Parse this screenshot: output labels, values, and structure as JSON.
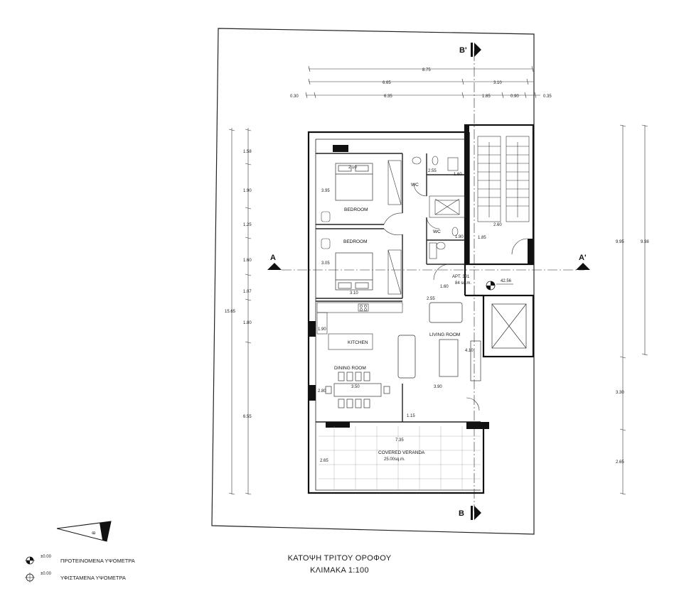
{
  "section_markers": {
    "top": "B'",
    "bottom": "B",
    "left": "A",
    "right": "A'"
  },
  "top_dims": {
    "row1": "8.75",
    "row2a": "6.65",
    "row2b": "3.10",
    "row3a": "0.30",
    "row3b": "6.35",
    "row3c": "1.85",
    "row3d": "0.90",
    "row3e": "0.35"
  },
  "left_dims": {
    "total": "15.65",
    "d1": "1.58",
    "d2": "1.90",
    "d3": "1.25",
    "d4": "1.60",
    "d5": "1.07",
    "d6": "1.80",
    "d7": "6.55"
  },
  "right_dims": {
    "r1": "9.95",
    "r2": "9.98",
    "r3": "3.30",
    "r4": "2.65"
  },
  "rooms": {
    "bedroom1": "BEDROOM",
    "bedroom2": "BEDROOM",
    "wc1": "WC",
    "wc2": "WC",
    "kitchen": "KITCHEN",
    "living": "LIVING ROOM",
    "dining": "DINING ROOM",
    "veranda": "COVERED VERANDA",
    "veranda_area": "25.00sq.m.",
    "apt": "APT. 301",
    "apt_area": "84 sq.m."
  },
  "inner_dims": {
    "b1_w": "2.10",
    "b1_h": "3.95",
    "b2_h": "3.05",
    "b2_w": "3.10",
    "wc1_w": "2.55",
    "wc1_h": "1.60",
    "wc2_w": "1.90",
    "wc2_h": "1.85",
    "stair_w": "2.60",
    "hall_h": "1.60",
    "living_top": "2.55",
    "kitchen_h": "1.90",
    "living_h": "4.10",
    "dining_w": "3.50",
    "living_w": "3.90",
    "dining_h": "2.80",
    "step_w": "1.15",
    "veranda_w": "7.35",
    "veranda_h": "2.65"
  },
  "level": "42.56",
  "north_mark": "B",
  "legend": [
    {
      "level": "±0.00",
      "text": "ΠΡΟΤΕΙΝΟΜΕΝΑ ΥΨΟΜΕΤΡΑ"
    },
    {
      "level": "±0.00",
      "text": "ΥΦΙΣΤΑΜΕΝΑ ΥΨΟΜΕΤΡΑ"
    }
  ],
  "title": {
    "line1": "ΚΑΤΟΨΗ ΤΡΙΤΟΥ ΟΡΟΦΟΥ",
    "line2": "ΚΛΙΜΑΚΑ 1:100"
  }
}
